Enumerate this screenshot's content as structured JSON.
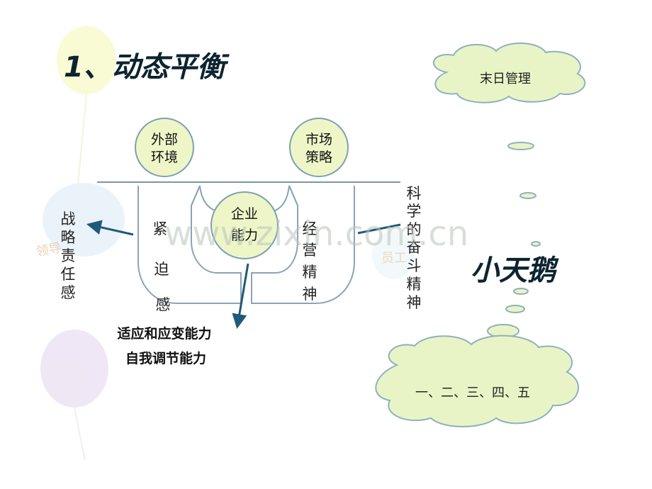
{
  "title": "1、动态平衡",
  "circles": {
    "left_top": {
      "line1": "外部",
      "line2": "环境"
    },
    "right_top": {
      "line1": "市场",
      "line2": "策略"
    },
    "center": {
      "line1": "企业",
      "line2": "能力"
    }
  },
  "left_u_vertical": [
    "紧",
    "迫",
    "感"
  ],
  "right_u_vertical": [
    "经",
    "营",
    "精",
    "神"
  ],
  "left_side_vertical": [
    "战",
    "略",
    "责",
    "任",
    "感"
  ],
  "right_side_vertical": [
    "科",
    "学",
    "的",
    "奋",
    "斗",
    "精",
    "神"
  ],
  "bottom_text": {
    "line1": "适应和应变能力",
    "line2": "自我调节能力"
  },
  "cloud_top": "末日管理",
  "swan_text": "小天鹅",
  "cloud_bottom": "一、二、三、四、五",
  "background_text": {
    "left": "领导",
    "right": "员工"
  },
  "watermark": "www.zixin.com.cn",
  "colors": {
    "circle_fill": "#eef6c8",
    "cloud_fill": "#e9f4c6",
    "arrow": "#1e5a7a",
    "line": "#7e96a6",
    "title": "#0d2430"
  }
}
